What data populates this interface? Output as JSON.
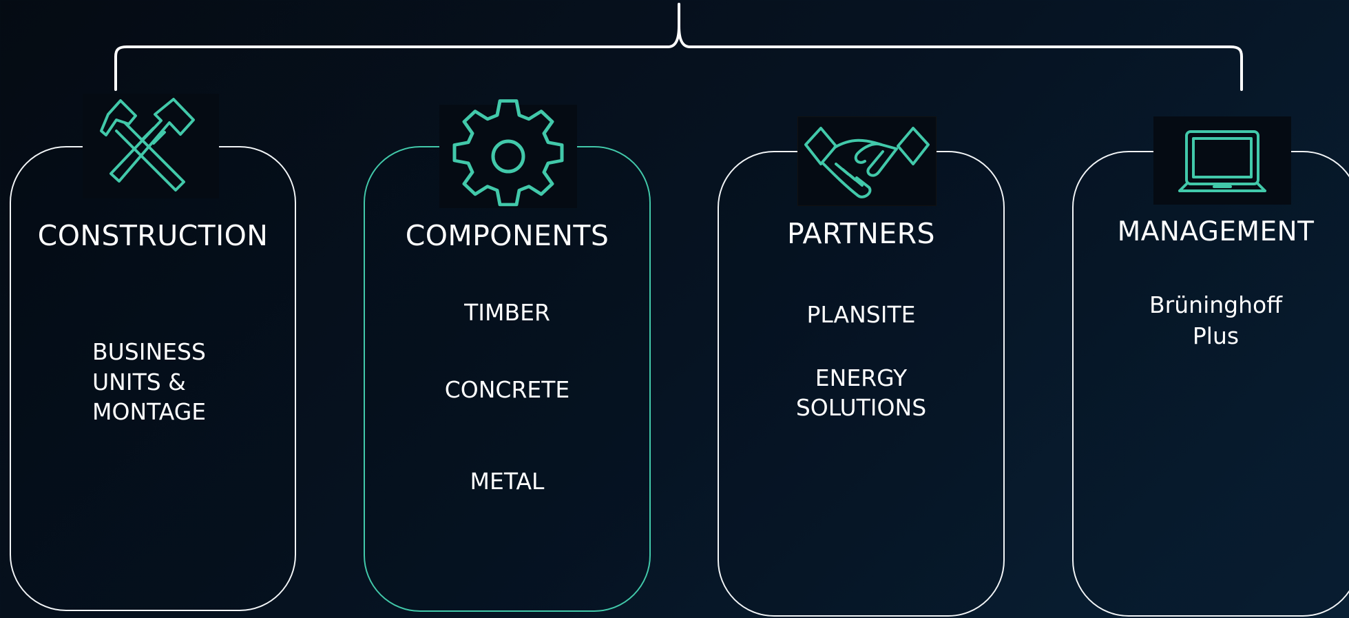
{
  "diagram": {
    "line_color": "#ffffff",
    "accent_color": "#42c9aa",
    "background_color": "#061322",
    "cards": [
      {
        "title": "CONSTRUCTION",
        "icon": "hammer-icon",
        "items": [
          "BUSINESS",
          "UNITS &",
          "MONTAGE"
        ]
      },
      {
        "title": "COMPONENTS",
        "icon": "gear-icon",
        "items": [
          "TIMBER",
          "CONCRETE",
          "METAL"
        ]
      },
      {
        "title": "PARTNERS",
        "icon": "handshake-icon",
        "items": [
          "PLANSITE",
          "ENERGY",
          "SOLUTIONS"
        ]
      },
      {
        "title": "MANAGEMENT",
        "icon": "laptop-icon",
        "items": [
          "Brüninghoff",
          "Plus"
        ]
      }
    ]
  }
}
